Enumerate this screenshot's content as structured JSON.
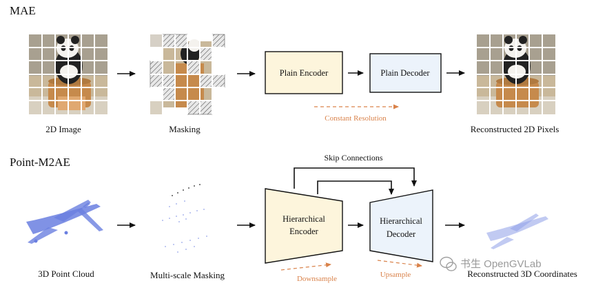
{
  "mae": {
    "title": "MAE",
    "image_caption": "2D Image",
    "masking_caption": "Masking",
    "encoder": "Plain Encoder",
    "decoder": "Plain Decoder",
    "resolution_note": "Constant Resolution",
    "output_caption": "Reconstructed 2D Pixels"
  },
  "m2ae": {
    "title": "Point-M2AE",
    "skip_label": "Skip Connections",
    "input_caption": "3D Point Cloud",
    "masking_caption": "Multi-scale Masking",
    "encoder_line1": "Hierarchical",
    "encoder_line2": "Encoder",
    "decoder_line1": "Hierarchical",
    "decoder_line2": "Decoder",
    "downsample": "Downsample",
    "upsample": "Upsample",
    "output_caption": "Reconstructed 3D Coordinates"
  },
  "watermark": "书生 OpenGVLab",
  "colors": {
    "encoder_fill": "#fdf5dc",
    "decoder_fill": "#ecf3fb",
    "accent_orange": "#d9824a",
    "point_blue": "#6a7fe0"
  }
}
